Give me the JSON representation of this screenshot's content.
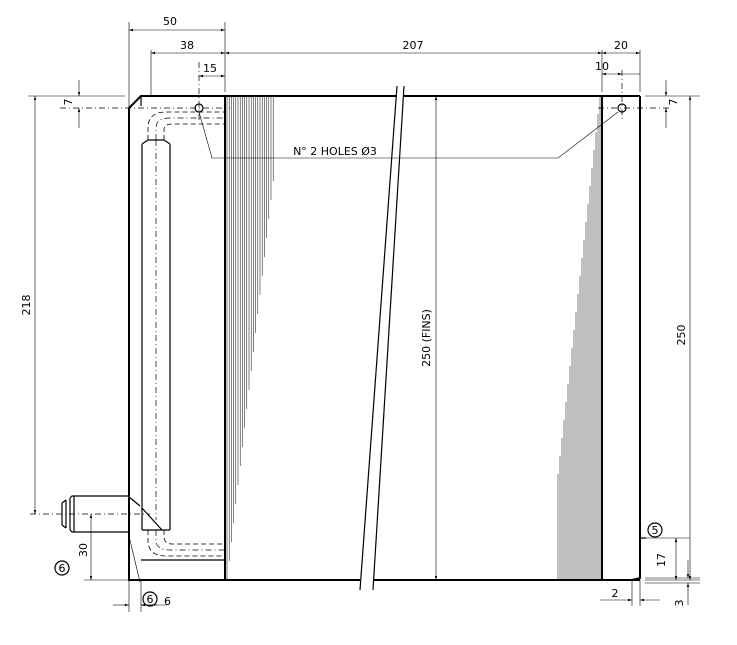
{
  "dimensions": {
    "d50": "50",
    "d38": "38",
    "d207": "207",
    "d20": "20",
    "d15": "15",
    "d10": "10",
    "d7_left": "7",
    "d7_right": "7",
    "d218": "218",
    "d250_fins": "250  (FINS)",
    "d250": "250",
    "d30": "30",
    "d6": "6",
    "d17": "17",
    "d2": "2",
    "d3": "3"
  },
  "notes": {
    "holes": "N° 2 HOLES Ø3"
  },
  "balloons": {
    "b5": "5",
    "b6_left": "6",
    "b6_bottom": "6"
  }
}
